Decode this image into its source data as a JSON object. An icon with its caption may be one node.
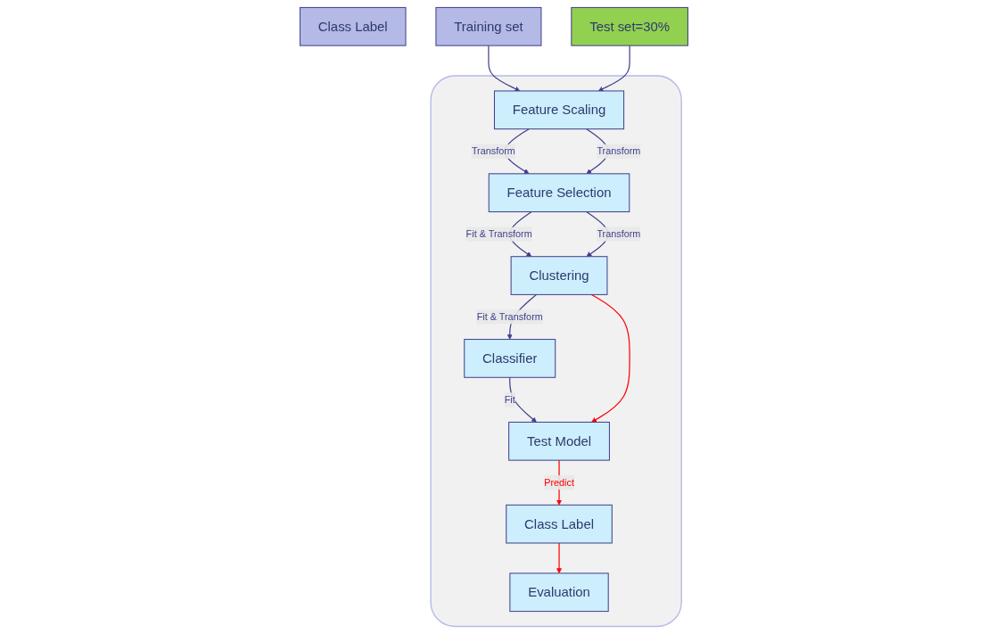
{
  "diagram": {
    "nodes": [
      {
        "text": [],
        "shape": "box"
      },
      {
        "text": [
          "Class Label"
        ]
      },
      {
        "text": [
          "Training set"
        ]
      },
      {
        "text": [
          "Test set=30%"
        ]
      },
      {
        "text": [
          "Feature Scaling"
        ],
        "in": 0
      },
      {
        "text": [
          "Feature Selection"
        ],
        "in": 0
      },
      {
        "text": [
          "Clustering"
        ],
        "in": 0
      },
      {
        "text": [
          "Classifier"
        ],
        "in": 0
      },
      {
        "text": [
          "Test Model"
        ],
        "in": 0
      },
      {
        "text": [
          "Class Label"
        ],
        "in": 0
      },
      {
        "text": [
          "Evaluation"
        ],
        "in": 0
      }
    ],
    "edges": [
      {
        "from": 2,
        "to": 4,
        "arrow": "to"
      },
      {
        "from": 3,
        "to": 4,
        "arrow": "to"
      },
      {
        "from": 4,
        "to": 5,
        "arrow": "to",
        "label": "Transform"
      },
      {
        "from": 5,
        "to": 6,
        "arrow": "to",
        "label": "Fit & Transform"
      },
      {
        "from": 6,
        "to": 7,
        "arrow": "to",
        "label": "Fit & Transform"
      },
      {
        "from": 7,
        "to": 8,
        "arrow": "to",
        "label": "Fit"
      },
      {
        "from": 4,
        "to": 5,
        "arrow": "to",
        "label": "Transform"
      },
      {
        "from": 5,
        "to": 6,
        "arrow": "to",
        "label": "Transform"
      },
      {
        "from": 6,
        "to": 8,
        "arrow": "to",
        "color": "#ff0000"
      },
      {
        "from": 8,
        "to": 9,
        "arrow": "to",
        "label": "Predict",
        "color": "#ff0000"
      },
      {
        "from": 9,
        "to": 10,
        "arrow": "to",
        "color": "#ff0000"
      }
    ]
  }
}
